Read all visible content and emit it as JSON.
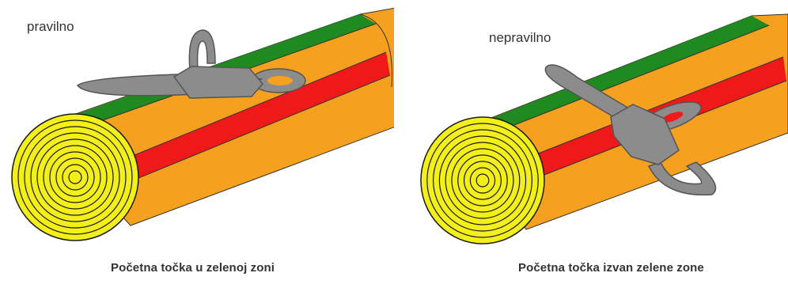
{
  "panels": [
    {
      "id": "correct",
      "title": "pravilno",
      "caption": "Početna točka u zelenoj zoni"
    },
    {
      "id": "incorrect",
      "title": "nepravilno",
      "caption": "Početna točka izvan zelene zone"
    }
  ],
  "colors": {
    "green_zone": "#1f8a1f",
    "orange_zone": "#f5a11f",
    "red_zone": "#f01919",
    "log_end": "#f2ef1a",
    "ring_line": "#1a1a1a",
    "saw_body": "#8c8c8c",
    "saw_outline": "#555555"
  }
}
